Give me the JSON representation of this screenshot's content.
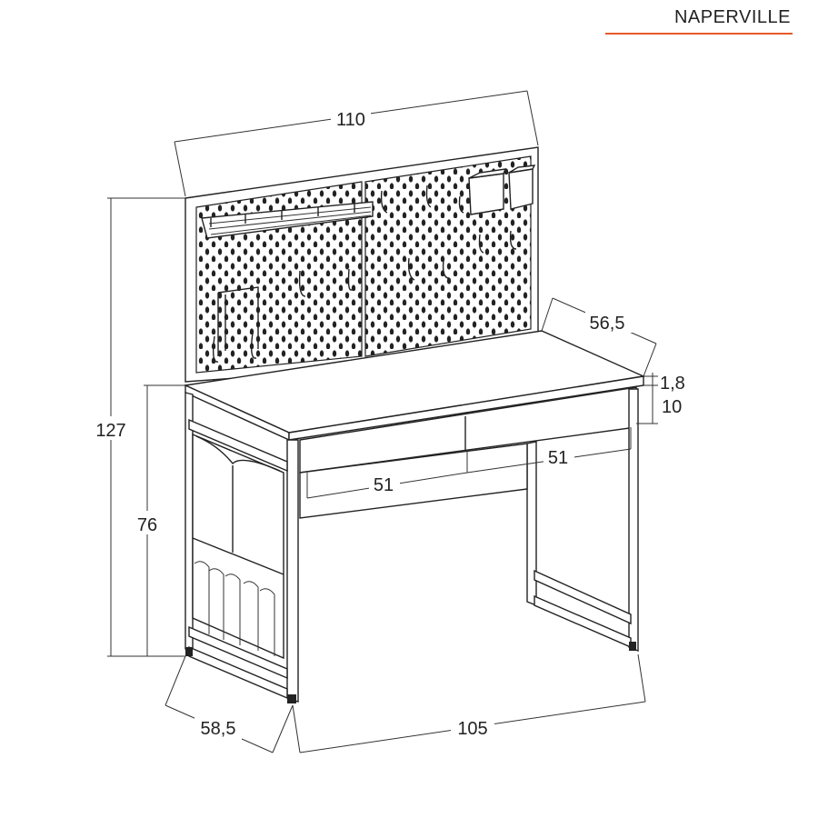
{
  "brand": {
    "name": "NAPERVILLE",
    "accent": "#e85a2a"
  },
  "dimensions": {
    "total_width": "110",
    "total_height": "127",
    "desk_height": "76",
    "depth_top": "56,5",
    "top_thickness": "1,8",
    "apron_height": "10",
    "drawer_width_left": "51",
    "drawer_width_right": "51",
    "base_depth": "58,5",
    "base_width": "105"
  }
}
